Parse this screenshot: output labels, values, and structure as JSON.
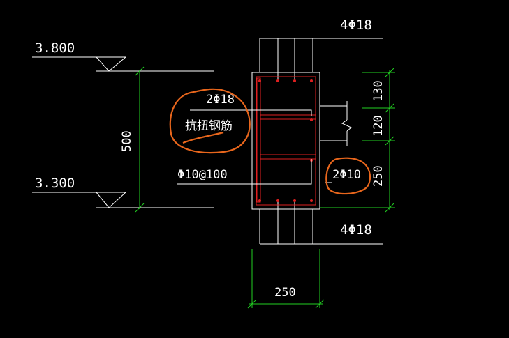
{
  "colors": {
    "background": "#000000",
    "linework": "#ffffff",
    "dimension": "#22d022",
    "rebar": "#e02020",
    "markup": "#e8661c"
  },
  "levels": {
    "top": "3.800",
    "bottom": "3.300"
  },
  "rebar_labels": {
    "top_bars": "4Φ18",
    "bottom_bars": "4Φ18",
    "torsion_bars": "2Φ18",
    "torsion_note": "抗扭钢筋",
    "stirrups": "Φ10@100",
    "side_bars": "2Φ10"
  },
  "dimensions": {
    "height": "500",
    "seg_top": "130",
    "seg_mid": "120",
    "seg_bot": "250",
    "width": "250"
  }
}
